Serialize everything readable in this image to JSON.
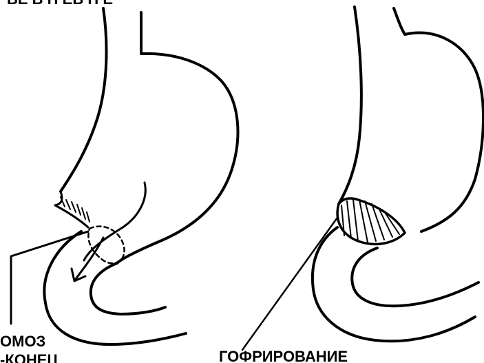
{
  "labels": {
    "top_left": "ВЕ В Н ЕВ Н Е",
    "anastomosis_line1": "ОМОЗ",
    "anastomosis_line2": "-КОНЕЦ",
    "corrugation": "ГОФРИРОВАНИЕ"
  },
  "colors": {
    "ink": "#000000",
    "background": "#ffffff"
  }
}
